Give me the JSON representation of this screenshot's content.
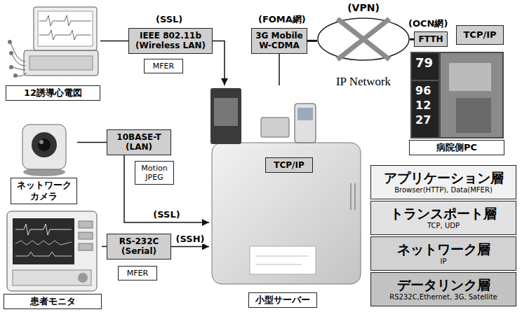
{
  "diagram": {
    "nodes": [
      {
        "text": [
          "12誘導心電図"
        ]
      },
      {
        "text": [
          "IEEE 802.11b (Wireless LAN)"
        ]
      },
      {
        "text": [
          "MFER"
        ]
      },
      {
        "text": [
          "ネットワークカメラ"
        ]
      },
      {
        "text": [
          "10BASE-T (LAN)"
        ]
      },
      {
        "text": [
          "Motion JPEG"
        ]
      },
      {
        "text": [
          "患者モニタ"
        ]
      },
      {
        "text": [
          "RS-232C (Serial)"
        ]
      },
      {
        "text": [
          "MFER"
        ]
      },
      {
        "text": [
          "小型サーバー"
        ]
      },
      {
        "text": [
          "TCP/IP"
        ],
        "in": 9
      },
      {
        "text": [
          "3G Mobile W-CDMA"
        ]
      },
      {
        "text": [
          "(VPN)",
          "IP Network"
        ]
      },
      {
        "text": [
          "FTTH"
        ]
      },
      {
        "text": [
          "TCP/IP"
        ]
      },
      {
        "text": [
          "病院側PC"
        ]
      },
      {
        "text": [
          "アプリケーション層",
          "Browser(HTTP), Data(MFER)"
        ]
      },
      {
        "text": [
          "トランスポート層",
          "TCP, UDP"
        ]
      },
      {
        "text": [
          "ネットワーク層",
          "IP"
        ]
      },
      {
        "text": [
          "データリンク層",
          "RS232C,Ethernet, 3G, Satellite"
        ]
      }
    ],
    "edges": [
      {
        "from": 0,
        "to": 1,
        "arrow": "none"
      },
      {
        "from": 1,
        "to": 9,
        "arrow": "to"
      },
      {
        "from": 3,
        "to": 4,
        "arrow": "none"
      },
      {
        "from": 4,
        "to": 9,
        "label": "(SSL)",
        "arrow": "to"
      },
      {
        "from": 6,
        "to": 7,
        "arrow": "none"
      },
      {
        "from": 7,
        "to": 9,
        "label": "(SSH)",
        "arrow": "to"
      },
      {
        "from": 11,
        "to": 9,
        "arrow": "none"
      },
      {
        "from": 11,
        "to": 12,
        "arrow": "none"
      },
      {
        "from": 12,
        "to": 13,
        "arrow": "none"
      }
    ],
    "labels": [
      "(SSL)",
      "(FOMA網)",
      "(OCN網)",
      "79",
      "96",
      "12",
      "27"
    ]
  }
}
